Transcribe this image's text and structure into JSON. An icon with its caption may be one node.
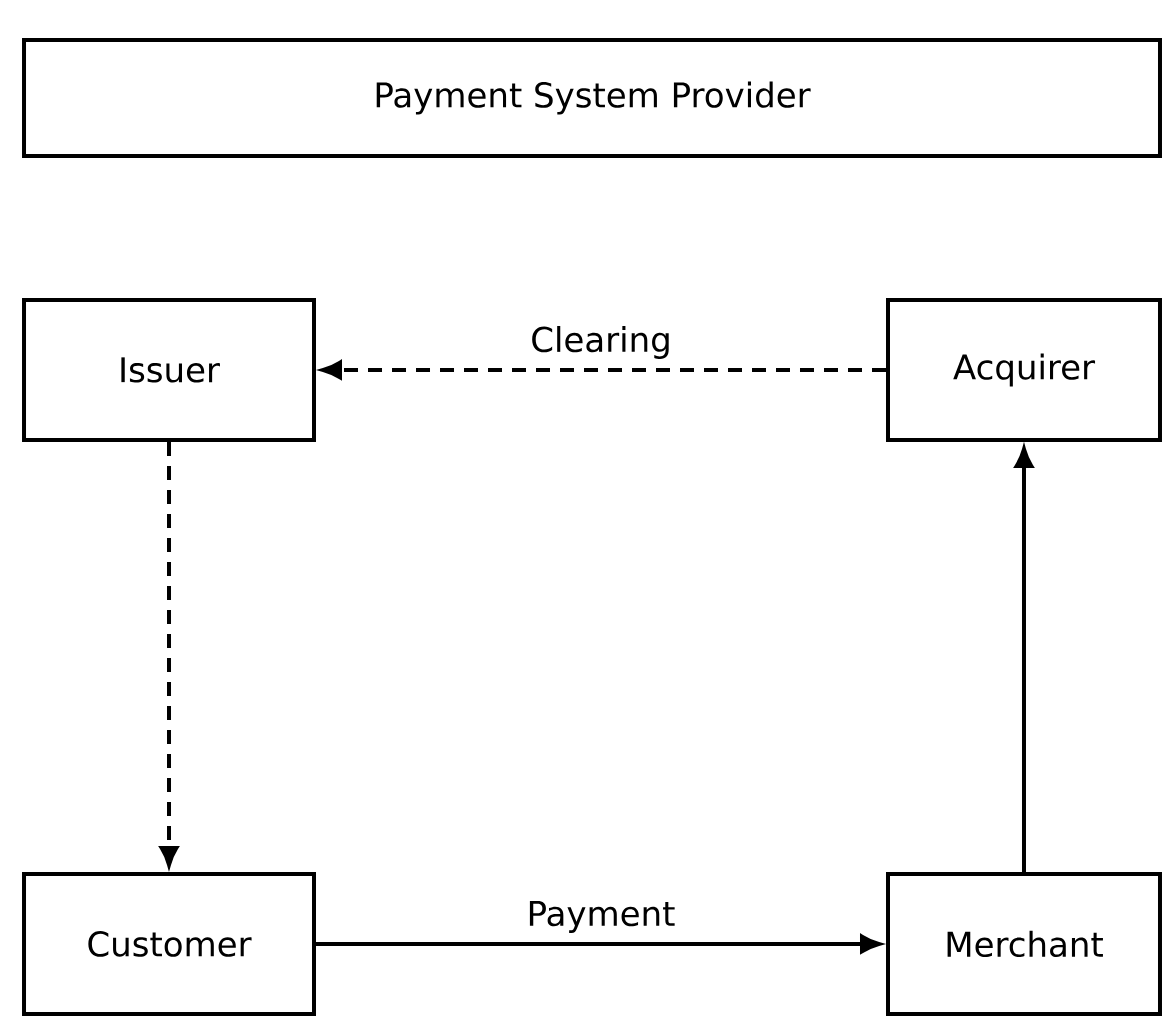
{
  "diagram": {
    "nodes": [
      {
        "text": [
          "Payment System Provider"
        ]
      },
      {
        "text": [
          "Issuer"
        ]
      },
      {
        "text": [
          "Acquirer"
        ]
      },
      {
        "text": [
          "Customer"
        ]
      },
      {
        "text": [
          "Merchant"
        ]
      }
    ],
    "edges": [
      {
        "from": 2,
        "to": 1,
        "arrow": "to",
        "style": "dashed",
        "label": "Clearing"
      },
      {
        "from": 1,
        "to": 3,
        "arrow": "to",
        "style": "dashed"
      },
      {
        "from": 3,
        "to": 4,
        "arrow": "to",
        "label": "Payment"
      },
      {
        "from": 4,
        "to": 2,
        "arrow": "to"
      }
    ]
  }
}
